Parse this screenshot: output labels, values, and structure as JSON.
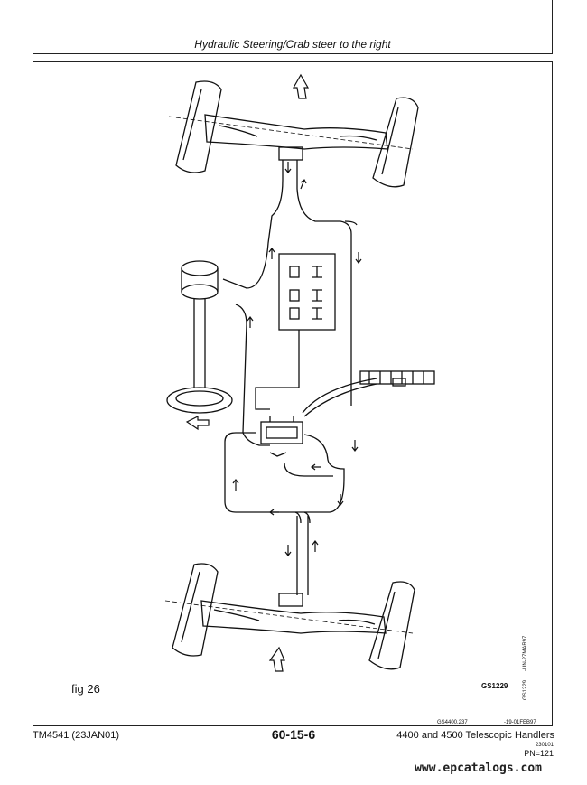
{
  "header": {
    "title": "Hydraulic Steering/Crab steer to the right"
  },
  "figure": {
    "label": "fig 26",
    "code": "GS1229",
    "side_code_1": "-UN-27MAR97",
    "side_code_2": "GS1229"
  },
  "refs": {
    "left": "GS4400,237",
    "right": "-19-01FEB97"
  },
  "footer": {
    "doc": "TM4541 (23JAN01)",
    "page": "60-15-6",
    "product": "4400 and 4500 Telescopic Handlers",
    "small": "230101",
    "pn": "PN=121"
  },
  "watermark": "www.epcatalogs.com"
}
